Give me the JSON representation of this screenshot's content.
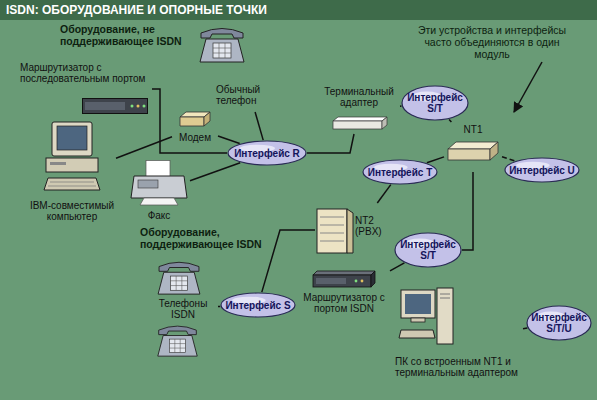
{
  "diagram": {
    "title": "ISDN: ОБОРУДОВАНИЕ И ОПОРНЫЕ ТОЧКИ",
    "nodes": [
      {
        "text": [
          "Маршрутизатор с последовательным портом"
        ]
      },
      {
        "text": [
          "Обычный телефон"
        ]
      },
      {
        "text": [
          "Модем"
        ]
      },
      {
        "text": [
          "IBM-совместимый компьютер"
        ]
      },
      {
        "text": [
          "Факс"
        ]
      },
      {
        "text": [
          "Интерфейс R"
        ]
      },
      {
        "text": [
          "Терминальный адаптер"
        ]
      },
      {
        "text": [
          "Интерфейс S/T"
        ]
      },
      {
        "text": [
          "NT1"
        ]
      },
      {
        "text": [
          "Интерфейс U"
        ]
      },
      {
        "text": [
          "Интерфейс T"
        ]
      },
      {
        "text": [
          "NT2 (PBX)"
        ]
      },
      {
        "text": [
          "Интерфейс S/T"
        ]
      },
      {
        "text": [
          "Телефоны ISDN"
        ]
      },
      {
        "text": [
          "Интерфейс S"
        ]
      },
      {
        "text": [
          "Маршрутизатор с портом ISDN"
        ]
      },
      {
        "text": [
          "ПК со встроенным NT1 и терминальным адаптером"
        ]
      },
      {
        "text": [
          "Интерфейс S/T/U"
        ]
      }
    ],
    "edges": [
      {
        "from": 0,
        "to": 5,
        "arrow": "none"
      },
      {
        "from": 1,
        "to": 5,
        "arrow": "none"
      },
      {
        "from": 2,
        "to": 5,
        "arrow": "none"
      },
      {
        "from": 3,
        "to": 2,
        "arrow": "none"
      },
      {
        "from": 4,
        "to": 5,
        "arrow": "none"
      },
      {
        "from": 5,
        "to": 6,
        "arrow": "none"
      },
      {
        "from": 6,
        "to": 7,
        "arrow": "none"
      },
      {
        "from": 7,
        "to": 8,
        "arrow": "none"
      },
      {
        "from": 8,
        "to": 9,
        "arrow": "none"
      },
      {
        "from": 11,
        "to": 10,
        "arrow": "none"
      },
      {
        "from": 10,
        "to": 8,
        "arrow": "none"
      },
      {
        "from": 15,
        "to": 12,
        "arrow": "none"
      },
      {
        "from": 12,
        "to": 8,
        "arrow": "none"
      },
      {
        "from": 13,
        "to": 14,
        "arrow": "none"
      },
      {
        "from": 14,
        "to": 11,
        "arrow": "none"
      },
      {
        "from": 16,
        "to": 17,
        "arrow": "none"
      }
    ],
    "labels": [
      "Оборудование, не поддерживающее ISDN",
      "Оборудование, поддерживающее ISDN",
      "Эти устройства и интерфейсы часто объединяются в один модуль"
    ]
  }
}
